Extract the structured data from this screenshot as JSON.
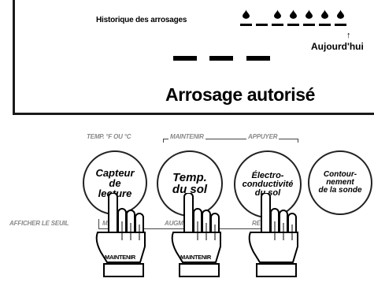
{
  "display": {
    "history_label": "Historique des arrosages",
    "history_days": [
      true,
      false,
      true,
      true,
      true,
      true,
      true
    ],
    "today_arrow": "↑",
    "today_label": "Aujourd'hui",
    "status": "Arrosage autorisé"
  },
  "labels": {
    "temp_unit": "TEMP. °F OU °C",
    "maintenir": "MAINTENIR",
    "appuyer": "APPUYER",
    "afficher_seuil": "AFFICHER LE SEUIL",
    "maintenir_bottom": "MAINTENIR",
    "augmenter": "AUGMENTER",
    "reduire": "RÉDUIRE"
  },
  "buttons": [
    {
      "label_line1": "Capteur",
      "label_line2": "de",
      "label_line3": "lecture"
    },
    {
      "label_line1": "Temp.",
      "label_line2": "du sol"
    },
    {
      "label_line1": "Électro-",
      "label_line2": "conductivité",
      "label_line3": "du sol"
    },
    {
      "label_line1": "Contour-",
      "label_line2": "nement",
      "label_line3": "de la sonde"
    }
  ],
  "hands": [
    {
      "label": "MAINTENIR"
    },
    {
      "label": "MAINTENIR"
    },
    {
      "label": ""
    }
  ]
}
